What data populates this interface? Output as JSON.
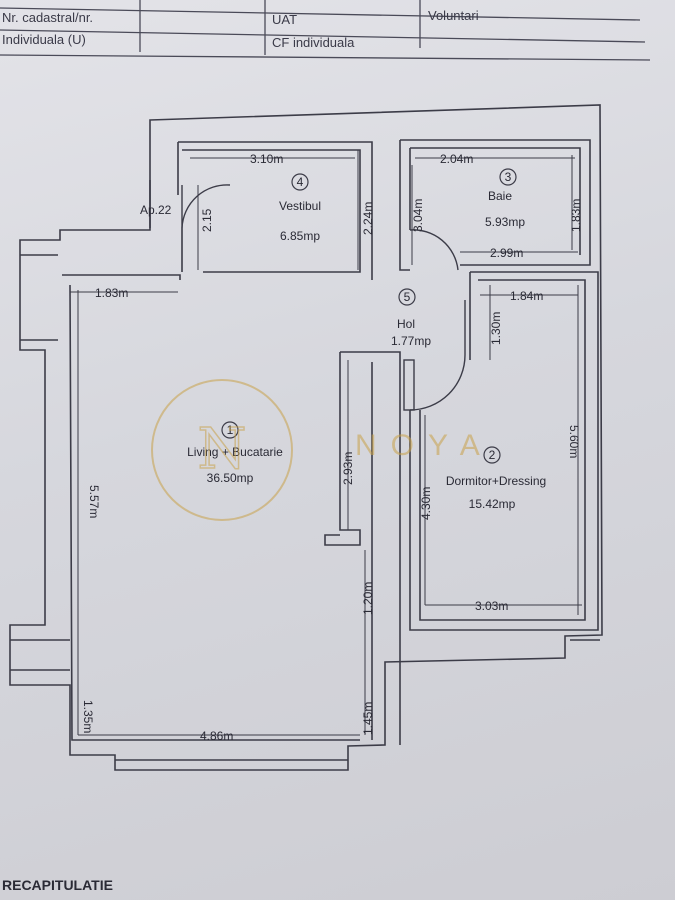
{
  "header": {
    "row1_left": "Nr. cadastral/nr.",
    "row2_left": "Individuala (U)",
    "row1_mid": "UAT",
    "row2_mid": "CF individuala",
    "row1_right": "Voluntari"
  },
  "apartment_label": "Ap.22",
  "rooms": [
    {
      "number": "1",
      "name": "Living + Bucatarie",
      "area": "36.50mp"
    },
    {
      "number": "2",
      "name": "Dormitor+Dressing",
      "area": "15.42mp"
    },
    {
      "number": "3",
      "name": "Baie",
      "area": "5.93mp"
    },
    {
      "number": "4",
      "name": "Vestibul",
      "area": "6.85mp"
    },
    {
      "number": "5",
      "name": "Hol",
      "area": "1.77mp"
    }
  ],
  "dimensions": {
    "vest_w": "3.10m",
    "vest_h": "2.24m",
    "door_h": "2.15",
    "baie_w": "2.04m",
    "baie_h1": "3.04m",
    "baie_h2": "1.83m",
    "baie_w2": "2.99m",
    "liv_top": "1.83m",
    "liv_h": "5.57m",
    "liv_inner": "2.93m",
    "liv_low": "1.20m",
    "liv_bot_h": "1.45m",
    "liv_bot_left": "1.35m",
    "liv_bottom": "4.86m",
    "dorm_top": "1.84m",
    "dorm_small": "1.30m",
    "dorm_h": "5.60m",
    "dorm_inner": "4.30m",
    "dorm_bottom": "3.03m"
  },
  "footer": {
    "title": "RECAPITULATIE"
  },
  "watermark": {
    "text": "NOYA",
    "color": "#c9a24a"
  },
  "colors": {
    "ink": "#2a2a35",
    "paper": "#dcdce2"
  }
}
